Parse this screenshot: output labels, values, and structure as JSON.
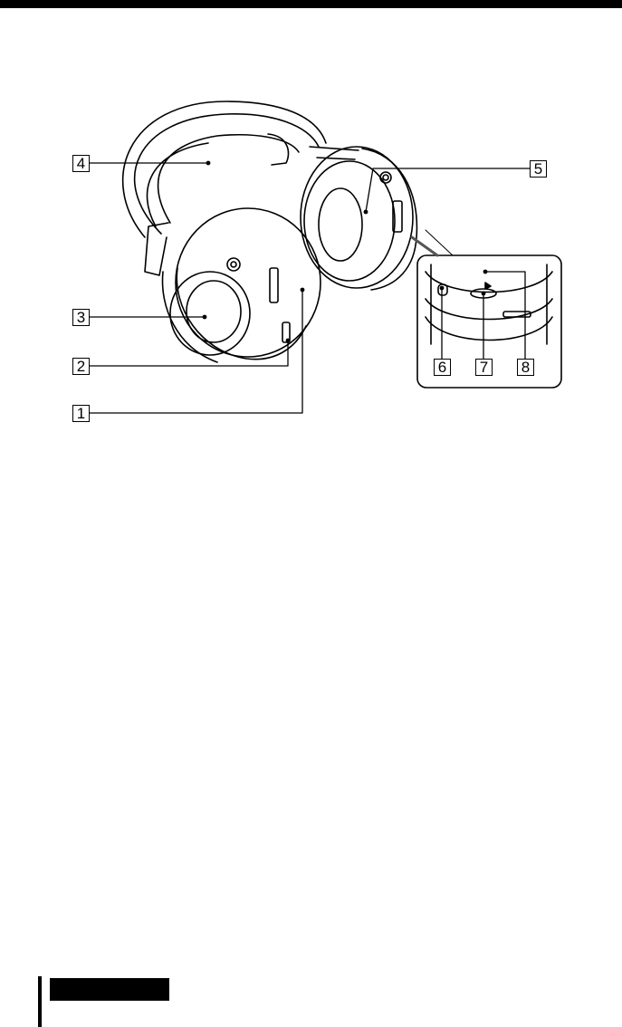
{
  "callouts": [
    {
      "number": "1"
    },
    {
      "number": "2"
    },
    {
      "number": "3"
    },
    {
      "number": "4"
    },
    {
      "number": "5"
    },
    {
      "number": "6"
    },
    {
      "number": "7"
    },
    {
      "number": "8"
    }
  ],
  "section_tab": {
    "label": ""
  }
}
